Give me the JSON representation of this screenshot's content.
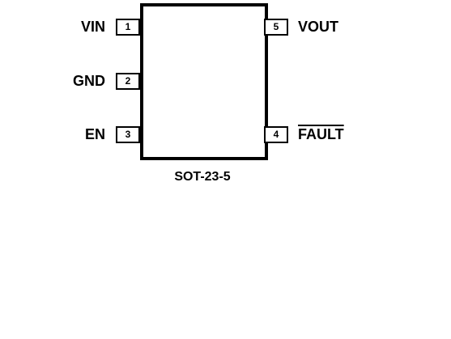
{
  "package": "SOT-23-5",
  "left_pins": [
    {
      "number": "1",
      "label": "VIN"
    },
    {
      "number": "2",
      "label": "GND"
    },
    {
      "number": "3",
      "label": "EN"
    }
  ],
  "right_pins": [
    {
      "number": "5",
      "label": "VOUT"
    },
    {
      "number": "4",
      "label": "FAULT",
      "active_low": true
    }
  ]
}
